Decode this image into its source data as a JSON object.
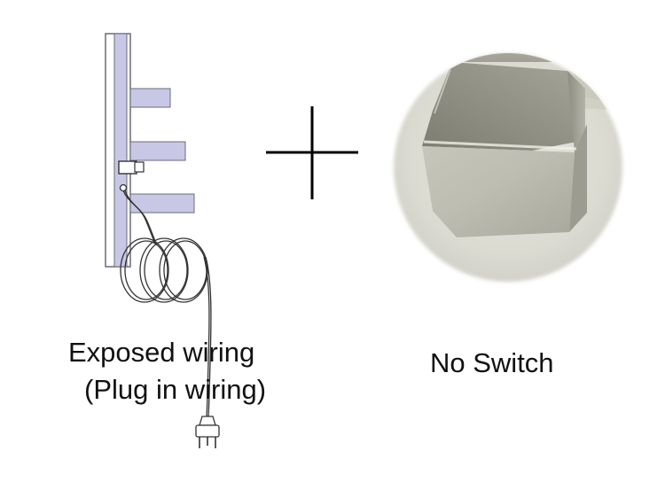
{
  "left_panel": {
    "caption_line1": "Exposed wiring",
    "caption_line2": "(Plug in wiring)",
    "illustration": "towel-rail-with-plug-cable",
    "rail_color": "#c8c8e6",
    "cable_color": "#333333"
  },
  "operator": {
    "symbol": "plus-sign",
    "color": "#000000"
  },
  "right_panel": {
    "caption": "No Switch",
    "photo": "chrome-square-end-cap",
    "metal_color": "#b9b9ad"
  }
}
